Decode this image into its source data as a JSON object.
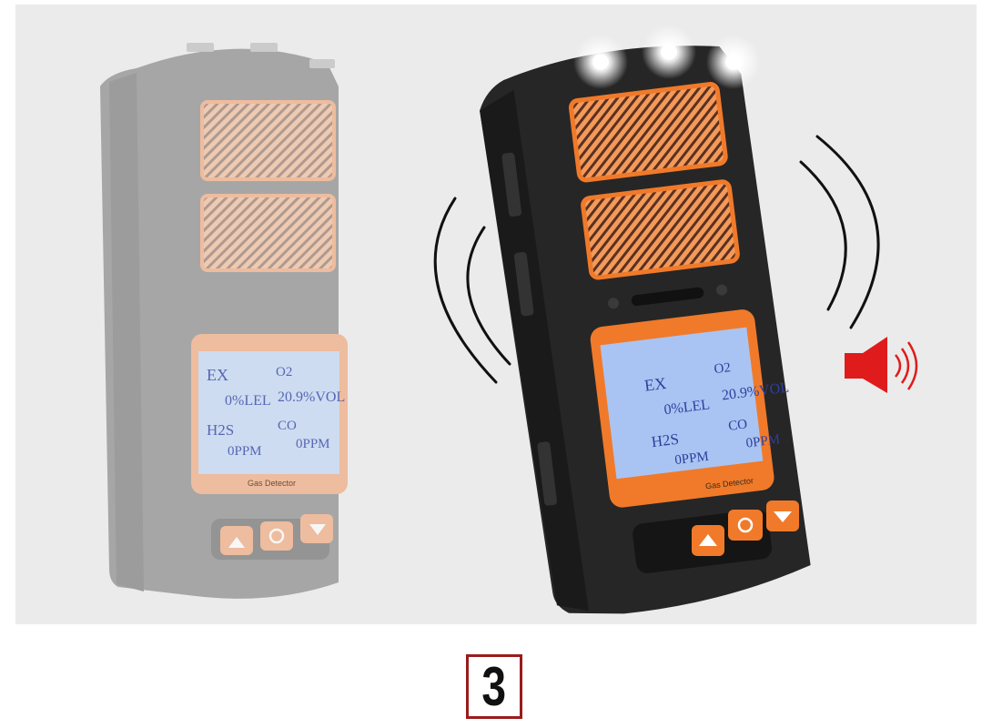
{
  "devices": [
    {
      "state": "faded",
      "screen": {
        "row1_labels": [
          "EX",
          "O2"
        ],
        "row1_values": [
          "0%LEL",
          "20.9%VOL"
        ],
        "row2_labels": [
          "H2S",
          "CO"
        ],
        "row2_values": [
          "0PPM",
          "0PPM"
        ]
      },
      "brand": "Gas Detector"
    },
    {
      "state": "alarm-active",
      "screen": {
        "row1_labels": [
          "EX",
          "O2"
        ],
        "row1_values": [
          "0%LEL",
          "20.9%VOL"
        ],
        "row2_labels": [
          "H2S",
          "CO"
        ],
        "row2_values": [
          "0PPM",
          "0PPM"
        ]
      },
      "brand": "Gas Detector"
    }
  ],
  "icons": [
    "vibration-waves-icon",
    "speaker-alarm-icon",
    "up-arrow-icon",
    "power-icon",
    "down-arrow-icon"
  ],
  "colors": {
    "accent_orange": "#f07a2a",
    "screen_blue": "#a9c4f2",
    "alarm_red": "#e01b1b",
    "badge_border": "#9b1b1b"
  },
  "step_number": "3"
}
